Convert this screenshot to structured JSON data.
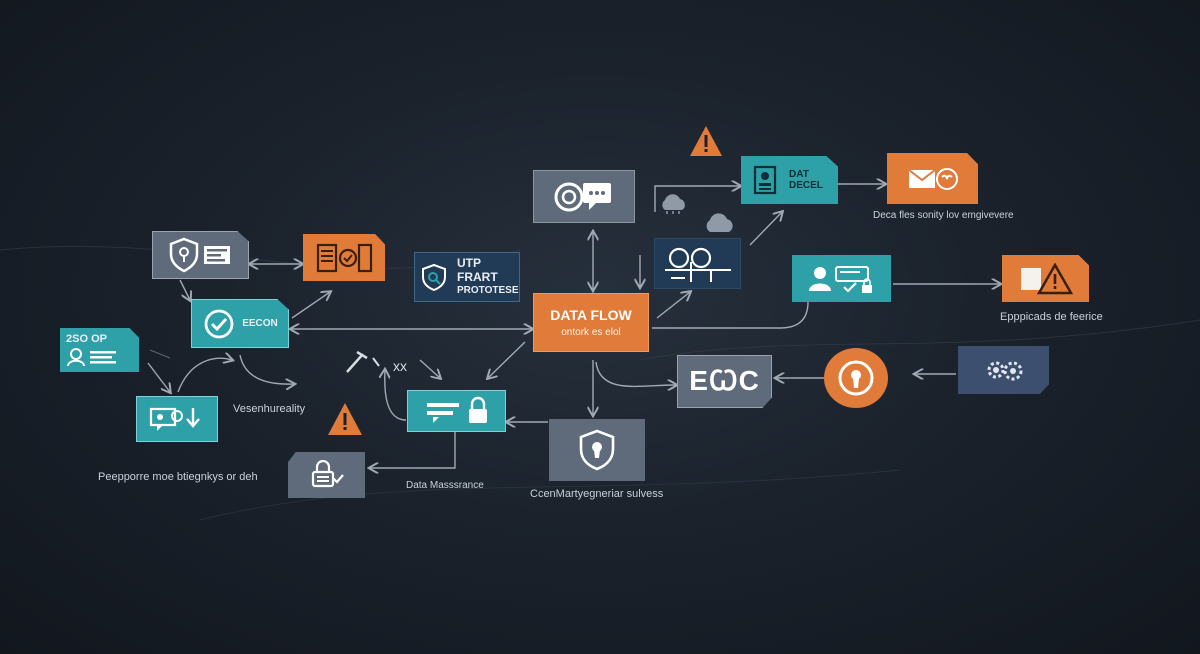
{
  "nodes": {
    "center": {
      "title": "DATA FLOW",
      "subtitle": "ontork es elol"
    },
    "chat_box": {
      "icon": "chat-icon"
    },
    "dat_decel": {
      "line1": "DAT",
      "line2": "DECEL",
      "icon": "id-card-icon"
    },
    "mail_node": {
      "icon": "mail-icon"
    },
    "utp_frart": {
      "line1": "UTP FRART",
      "line2": "PROTOTESE",
      "icon": "shield-search-icon"
    },
    "circuit": {
      "icon": "circuit-icon"
    },
    "user_card": {
      "icon": "user-check-icon"
    },
    "warning_right": {
      "icon": "warning-icon"
    },
    "shield_location": {
      "icon": "location-shield-icon"
    },
    "checklist": {
      "icon": "checklist-icon"
    },
    "eecon": {
      "label": "EECON",
      "icon": "check-circle-icon"
    },
    "id_card_left": {
      "label": "2SO OP",
      "icon": "id-badge-icon"
    },
    "chat_down": {
      "icon": "chat-download-icon"
    },
    "lock_form": {
      "icon": "lock-form-icon"
    },
    "doc_lock": {
      "icon": "document-lock-icon"
    },
    "shield_lock": {
      "icon": "shield-keyhole-icon"
    },
    "eoc": {
      "label": "EꞶC"
    },
    "keyhole_circle": {
      "icon": "keyhole-icon"
    },
    "gears": {
      "icon": "gears-icon"
    }
  },
  "captions": {
    "top_right": "Deca fles sonity lov emgivevere",
    "right": "Epppicads de feerice",
    "left_middle": "Vesenhureality",
    "left_bottom": "Peepporre moe btiegnkys or deh",
    "data_measurance": "Data Masssrance",
    "bottom_center": "CcenMartyegneriar sulvess"
  },
  "loose": {
    "tools_text": "xx"
  },
  "colors": {
    "teal": "#2ea0a8",
    "orange": "#e07b3a",
    "slate": "#5f6b7a",
    "navy": "#213a55",
    "background": "#1b222c",
    "line": "#b9c2cc"
  }
}
